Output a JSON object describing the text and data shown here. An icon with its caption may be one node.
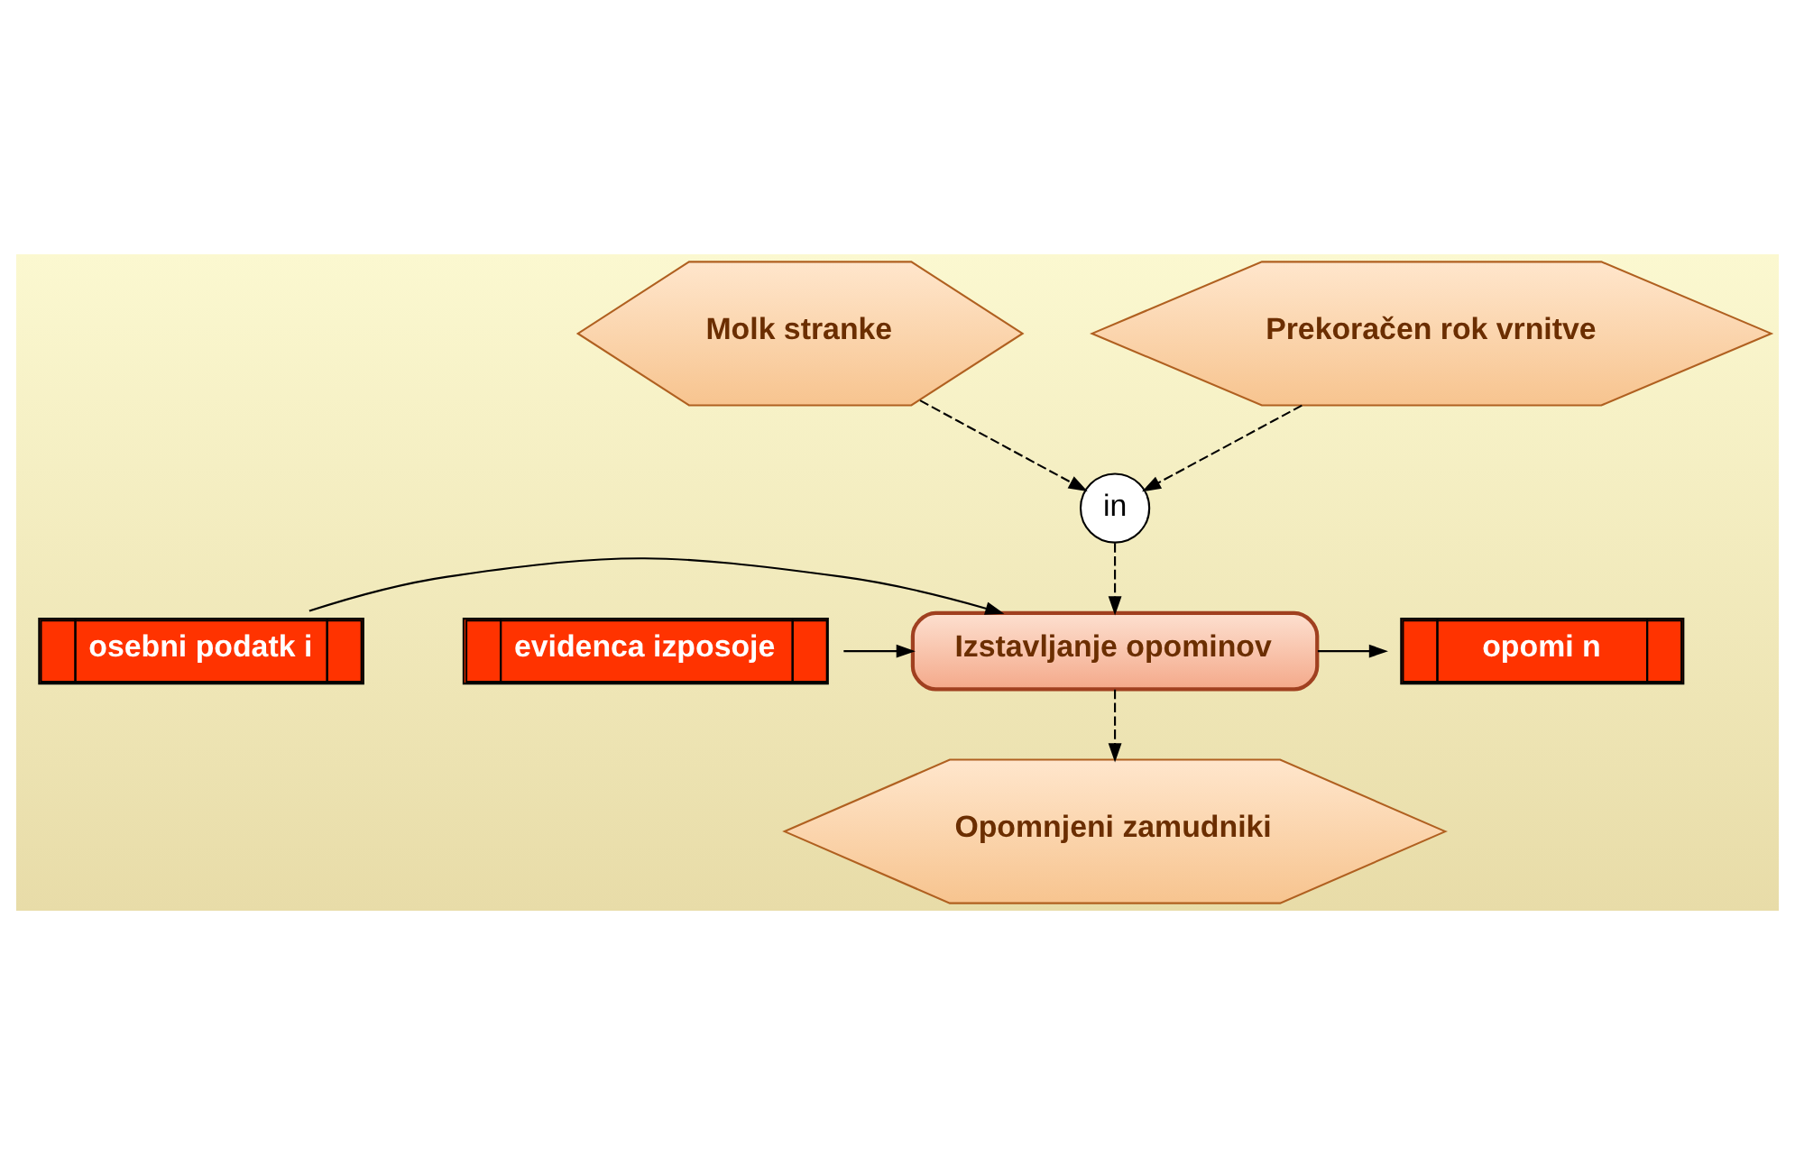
{
  "diagram": {
    "nodes": [
      {
        "text": [
          "Molk stranke"
        ]
      },
      {
        "text": [
          "Prekoračen rok vrnitve"
        ]
      },
      {
        "text": [
          "in"
        ]
      },
      {
        "text": [
          "osebni podatk i"
        ]
      },
      {
        "text": [
          "Izstavljanje opominov"
        ]
      },
      {
        "text": [
          "evidenca izposoje"
        ]
      },
      {
        "text": [
          "opomi n"
        ]
      },
      {
        "text": [
          "Opomnjeni zamudniki"
        ]
      }
    ],
    "edges": [
      {
        "from": 0,
        "to": 2,
        "arrow": "to",
        "style": "dashed"
      },
      {
        "from": 1,
        "to": 2,
        "arrow": "to",
        "style": "dashed"
      },
      {
        "from": 2,
        "to": 4,
        "arrow": "to",
        "style": "dashed"
      },
      {
        "from": 3,
        "to": 4,
        "arrow": "to"
      },
      {
        "from": 5,
        "to": 4,
        "arrow": "to"
      },
      {
        "from": 4,
        "to": 6,
        "arrow": "to"
      },
      {
        "from": 4,
        "to": 7,
        "arrow": "to",
        "style": "dashed"
      }
    ]
  }
}
